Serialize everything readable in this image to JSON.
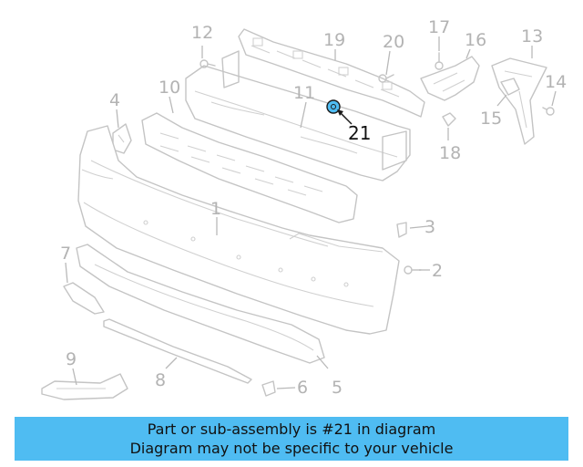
{
  "diagram": {
    "highlight_color": "#4fbcf2",
    "callouts": {
      "c1": "1",
      "c2": "2",
      "c3": "3",
      "c4": "4",
      "c5": "5",
      "c6": "6",
      "c7": "7",
      "c8": "8",
      "c9": "9",
      "c10": "10",
      "c11": "11",
      "c12": "12",
      "c13": "13",
      "c14": "14",
      "c15": "15",
      "c16": "16",
      "c17": "17",
      "c18": "18",
      "c19": "19",
      "c20": "20",
      "c21": "21"
    }
  },
  "banner": {
    "line1": "Part or sub-assembly is #21 in diagram",
    "line2": "Diagram may not be specific to your vehicle",
    "background": "#4fbcf2"
  }
}
